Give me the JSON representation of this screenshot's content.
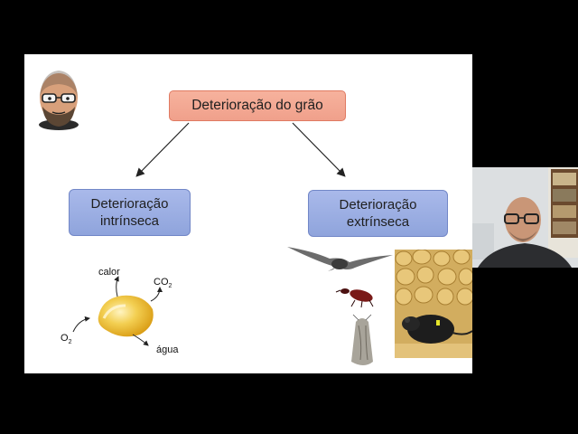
{
  "slide": {
    "title_box": "Deterioração do grão",
    "left_box": [
      "Deterioração",
      "intrínseca"
    ],
    "right_box": [
      "Deterioração",
      "extrínseca"
    ],
    "grain_labels": {
      "heat": "calor",
      "co2_main": "CO",
      "co2_sub": "2",
      "o2_main": "O",
      "o2_sub": "2",
      "water": "água"
    }
  },
  "icons": {
    "avatar": "cartoon-man-avatar-icon",
    "bird": "pigeon-icon",
    "weevil": "weevil-insect-icon",
    "moth": "moth-icon",
    "rat": "rat-on-grain-photo",
    "grain": "corn-kernel-icon"
  },
  "colors": {
    "background": "#000000",
    "slide": "#ffffff",
    "title_box": "#f3a992",
    "sub_box": "#9caee2"
  }
}
